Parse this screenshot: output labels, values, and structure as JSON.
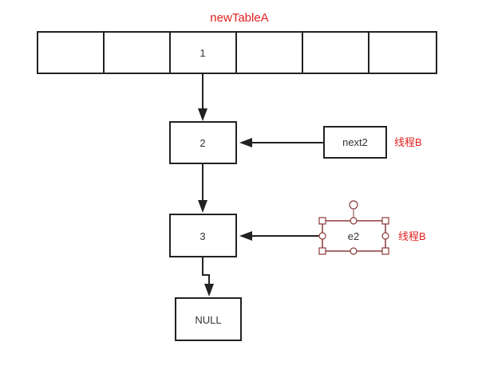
{
  "table": {
    "title": "newTableA",
    "cells": [
      "",
      "",
      "1",
      "",
      "",
      ""
    ]
  },
  "chain": {
    "node_2": "2",
    "node_3": "3",
    "null_node": "NULL"
  },
  "pointers": {
    "next_label": "next2",
    "next_owner": "线程B",
    "e_label": "e2",
    "e_owner": "线程B"
  },
  "colors": {
    "annotation": "#e02020",
    "stroke": "#222222",
    "selection": "#8b3a3a"
  }
}
